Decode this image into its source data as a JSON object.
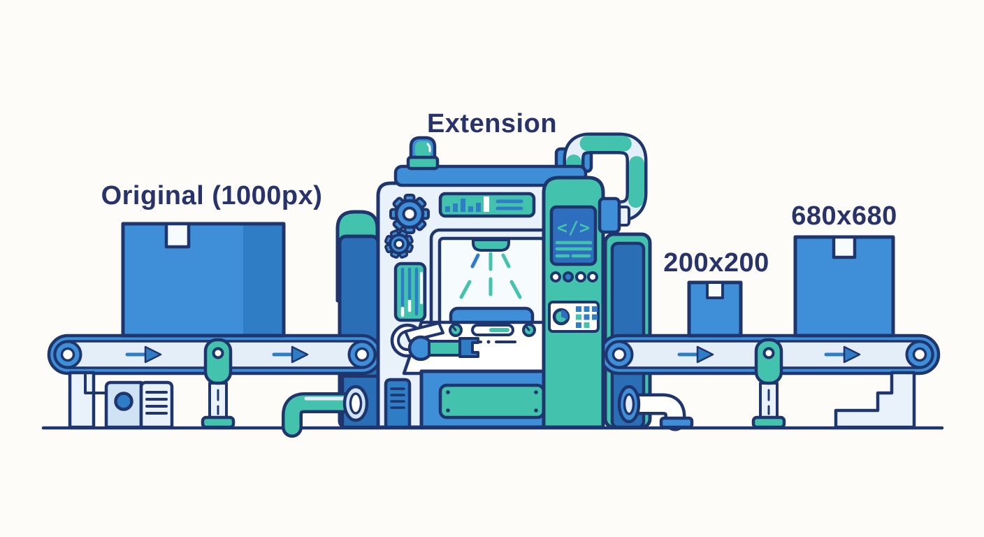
{
  "labels": {
    "original": "Original (1000px)",
    "machine": "Extension",
    "output_small": "200x200",
    "output_large": "680x680"
  },
  "machine": {
    "code_glyph": "</>"
  },
  "palette": {
    "bg": "#fdfcf9",
    "navy": "#1f356e",
    "text": "#27336a",
    "blue": "#3f8fd8",
    "blueDark": "#2e7dc5",
    "blueDeep": "#2a6fb5",
    "screen": "#2d6fbe",
    "light": "#e9f2fb",
    "beltLight": "#e4eef8",
    "window": "#f6fbfe",
    "panelLight": "#cfe3f4",
    "teal": "#43c3ae",
    "white": "#ffffff"
  }
}
